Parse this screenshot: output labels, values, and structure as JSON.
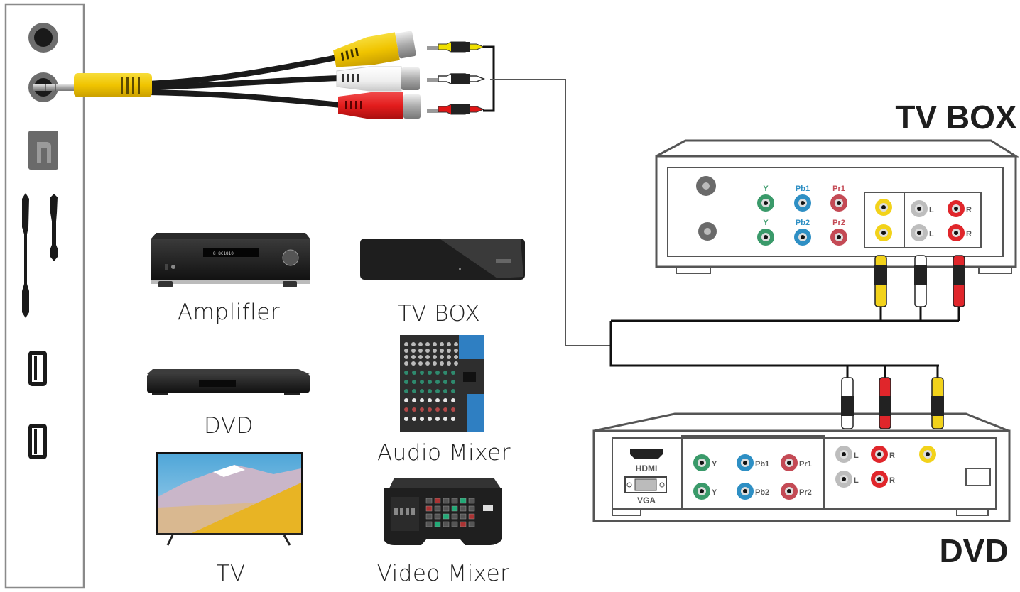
{
  "diagram": {
    "title_tv_box": "TV BOX",
    "title_dvd": "DVD",
    "devices": [
      {
        "name": "amplifier",
        "label": "Amplifler"
      },
      {
        "name": "tv-box",
        "label": "TV BOX"
      },
      {
        "name": "dvd",
        "label": "DVD"
      },
      {
        "name": "audio-mixer",
        "label": "Audio Mixer"
      },
      {
        "name": "tv",
        "label": "TV"
      },
      {
        "name": "video-mixer",
        "label": "Video Mixer"
      }
    ],
    "tv_box_panel": {
      "component_labels": [
        "Y",
        "Pb1",
        "Pr1",
        "Y",
        "Pb2",
        "Pr2"
      ],
      "audio_labels": [
        "L",
        "R",
        "L",
        "R"
      ]
    },
    "dvd_panel": {
      "hdmi_label": "HDMI",
      "vga_label": "VGA",
      "component_labels": [
        "Y",
        "Pb1",
        "Pr1",
        "Y",
        "Pb2",
        "Pr2"
      ],
      "audio_labels": [
        "L",
        "R",
        "L",
        "R"
      ]
    },
    "cable_colors": {
      "video": "#f2d21a",
      "audio_left": "#f4f4f4",
      "audio_right": "#e0262b",
      "component_y": "#3a9a6a",
      "component_pb": "#2e8fc4",
      "component_pr": "#c44a55"
    }
  }
}
